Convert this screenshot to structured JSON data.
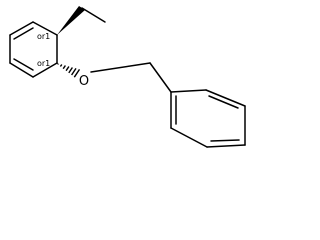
{
  "molecule": {
    "stereo_label_top": "or1",
    "stereo_label_bottom": "or1",
    "oxygen_label": "O"
  }
}
